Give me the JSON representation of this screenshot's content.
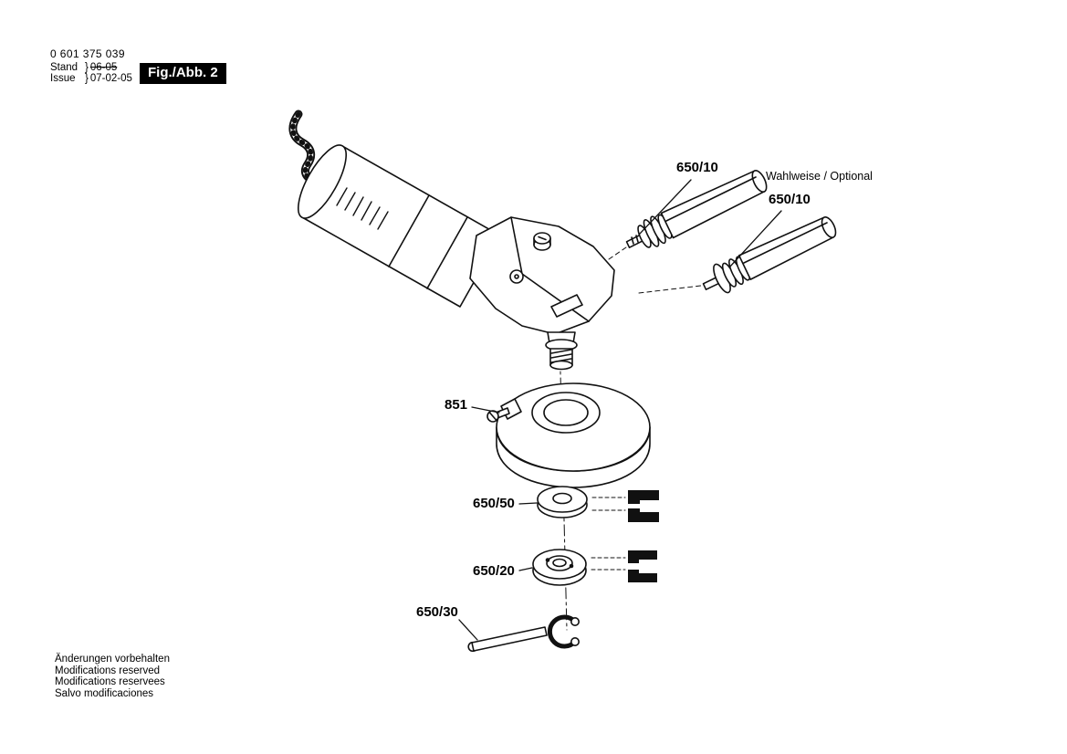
{
  "header": {
    "part_number": "0 601 375 039",
    "stand_label": "Stand",
    "stand_value": "06-05",
    "issue_label": "Issue",
    "issue_value": "07-02-05",
    "brace": "}",
    "figure_label": "Fig./Abb. 2"
  },
  "callouts": {
    "handle_primary": "650/10",
    "optional_note": "Wahlweise / Optional",
    "handle_optional": "650/10",
    "guard": "851",
    "backing_flange": "650/50",
    "clamping_nut": "650/20",
    "pin_wrench": "650/30"
  },
  "footer": {
    "lines": [
      "Änderungen vorbehalten",
      "Modifications reserved",
      "Modifications reservees",
      "Salvo modificaciones"
    ]
  },
  "colors": {
    "ink": "#000000",
    "paper": "#ffffff"
  }
}
